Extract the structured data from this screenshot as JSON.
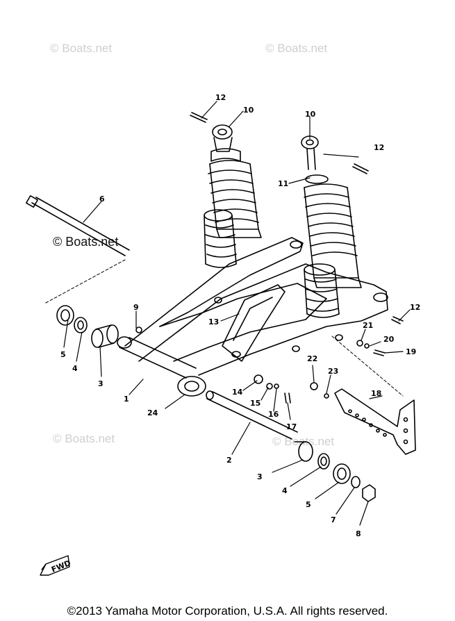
{
  "watermarks": {
    "top_left": "© Boats.net",
    "top_right": "© Boats.net",
    "middle_left": "© Boats.net",
    "lower_left": "© Boats.net",
    "lower_right": "© Boats.net"
  },
  "callouts": {
    "c12a": "12",
    "c10a": "10",
    "c10b": "10",
    "c12b": "12",
    "c11": "11",
    "c6": "6",
    "c9": "9",
    "c13": "13",
    "c12c": "12",
    "c21": "21",
    "c20": "20",
    "c19": "19",
    "c5a": "5",
    "c4a": "4",
    "c3a": "3",
    "c1": "1",
    "c24": "24",
    "c14": "14",
    "c15": "15",
    "c16": "16",
    "c17": "17",
    "c22": "22",
    "c23": "23",
    "c18": "18",
    "c2": "2",
    "c3b": "3",
    "c4b": "4",
    "c5b": "5",
    "c7": "7",
    "c8": "8"
  },
  "fwd_label": "FWD",
  "copyright": "©2013 Yamaha Motor Corporation, U.S.A. All rights reserved."
}
